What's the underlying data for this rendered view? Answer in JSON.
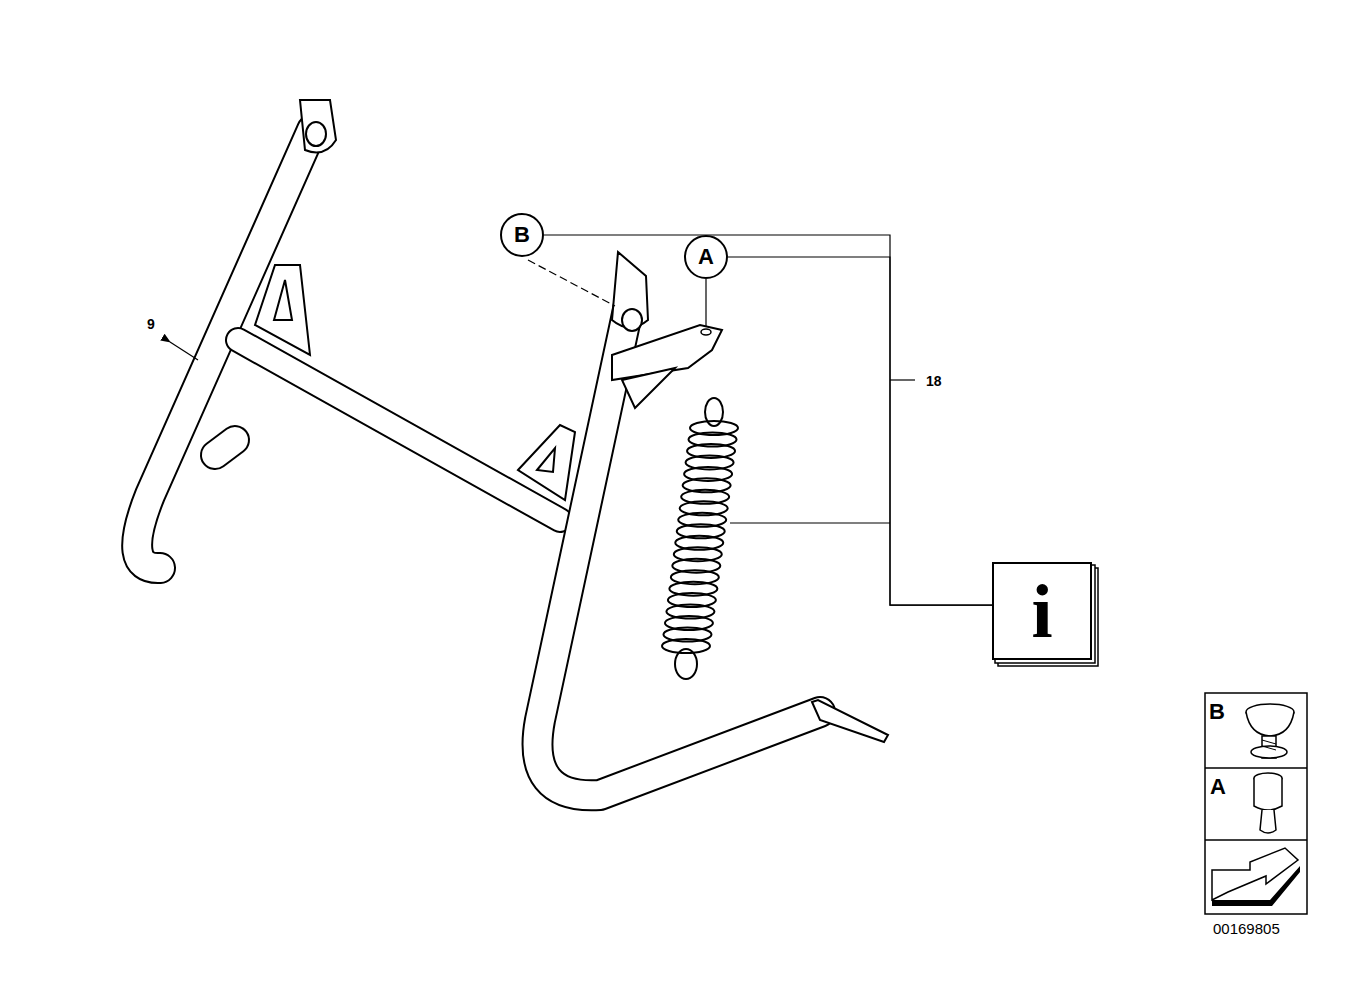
{
  "diagram": {
    "nodes": [
      {
        "text": [
          "B"
        ]
      },
      {
        "text": [
          "A"
        ]
      },
      {
        "text": [
          "i"
        ]
      }
    ],
    "edges": [
      {
        "from": 0,
        "to": 2,
        "arrow": "none"
      },
      {
        "from": 1,
        "to": 2,
        "arrow": "none"
      }
    ],
    "labels": [
      "9",
      "18",
      "B",
      "A",
      "00169805"
    ]
  }
}
